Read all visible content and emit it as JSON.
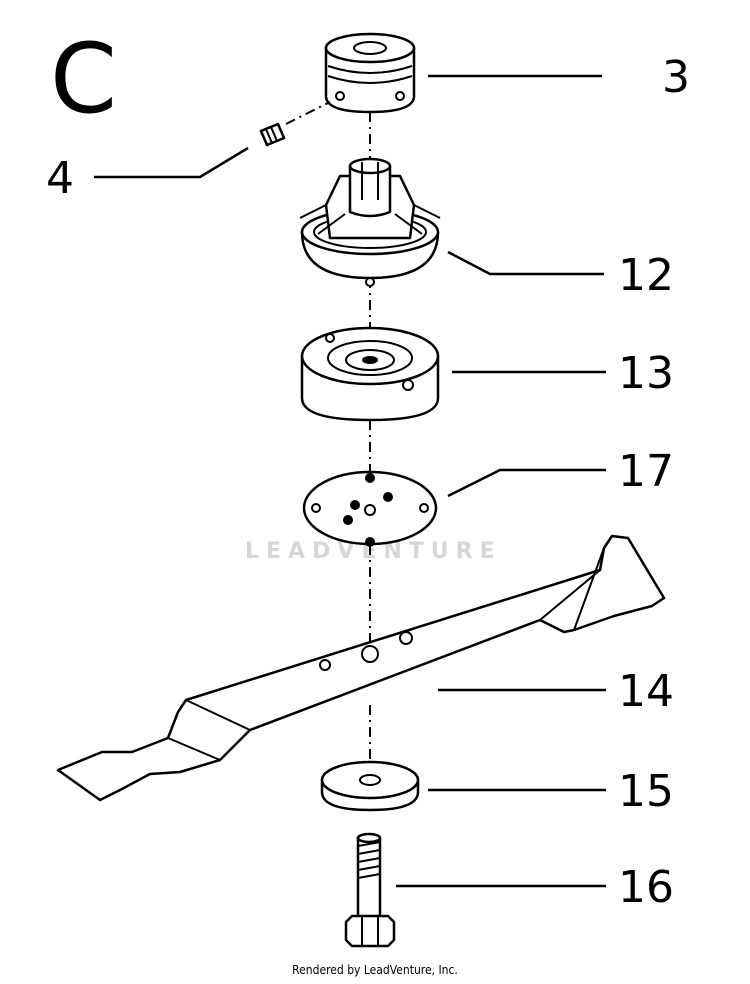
{
  "section_letter": "C",
  "watermark": "LEADVENTURE",
  "credit": "Rendered by LeadVenture, Inc.",
  "callouts": [
    {
      "label": "3"
    },
    {
      "label": "4"
    },
    {
      "label": "12"
    },
    {
      "label": "13"
    },
    {
      "label": "17"
    },
    {
      "label": "14"
    },
    {
      "label": "15"
    },
    {
      "label": "16"
    }
  ]
}
